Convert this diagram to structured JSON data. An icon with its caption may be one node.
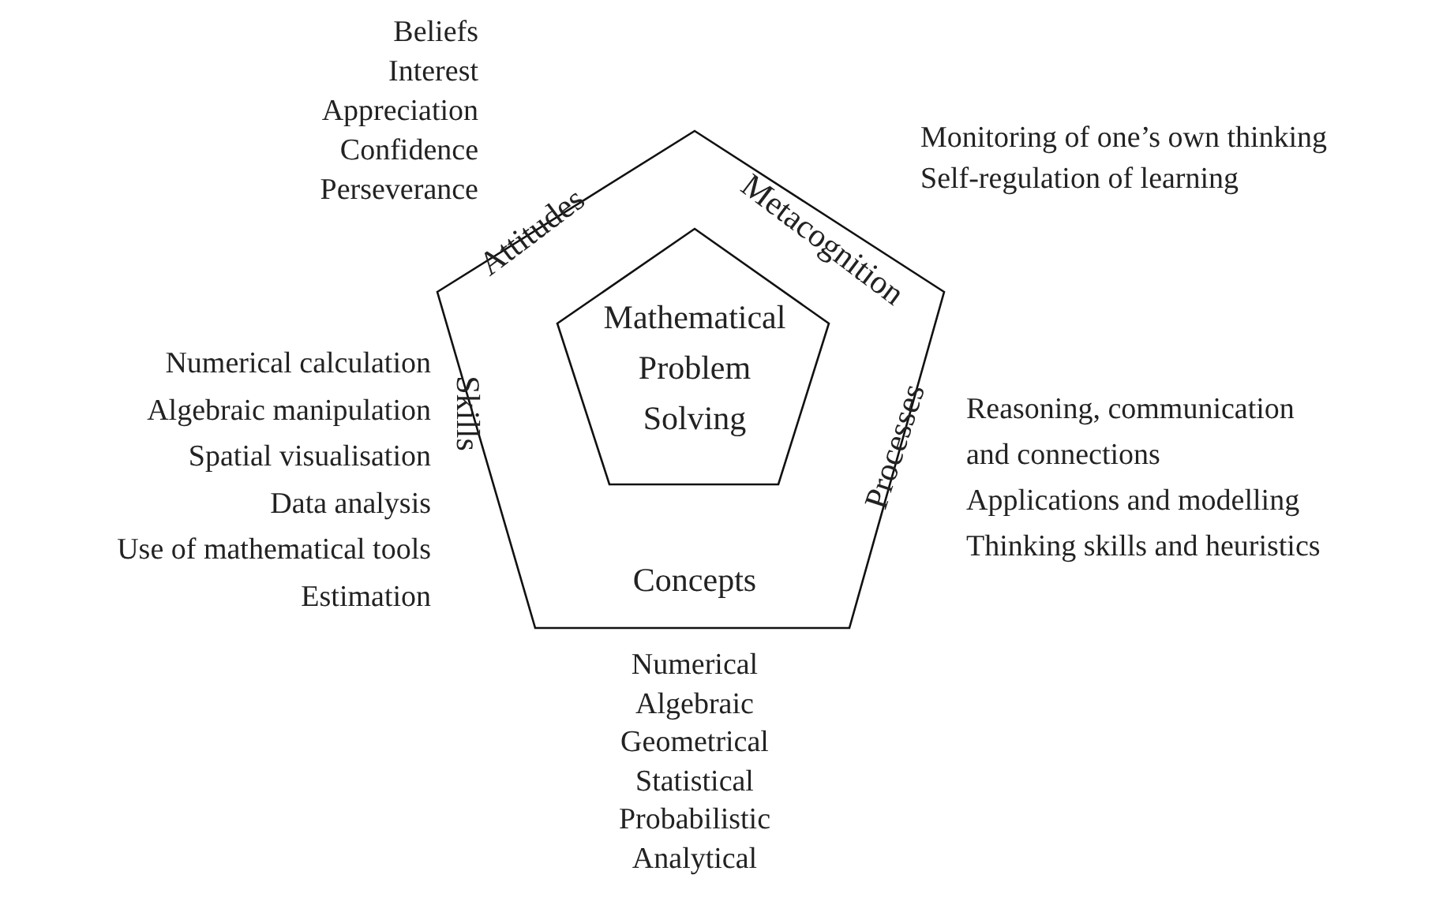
{
  "diagram": {
    "nodes": [
      {
        "text": [
          "Attitudes",
          "Metacognition",
          "Skills",
          "Processes",
          "Concepts"
        ]
      },
      {
        "text": [
          "Mathematical Problem Solving"
        ],
        "in": 0
      }
    ],
    "labels": [
      "Beliefs",
      "Interest",
      "Appreciation",
      "Confidence",
      "Perseverance",
      "Monitoring of one’s own thinking",
      "Self-regulation of learning",
      "Numerical calculation",
      "Algebraic manipulation",
      "Spatial visualisation",
      "Data analysis",
      "Use of mathematical tools",
      "Estimation",
      "Reasoning, communication and connections",
      "Applications and modelling",
      "Thinking skills and heuristics",
      "Numerical",
      "Algebraic",
      "Geometrical",
      "Statistical",
      "Probabilistic",
      "Analytical"
    ]
  }
}
